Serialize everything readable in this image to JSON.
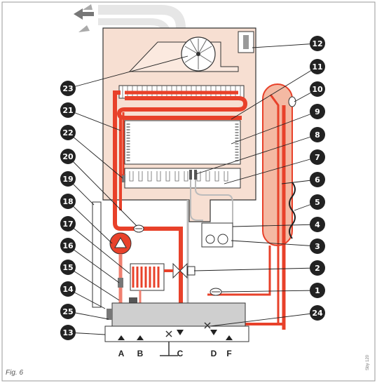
{
  "figure_label": "Fig. 6",
  "code_label": "Sby 120",
  "colors": {
    "hot": "#e8412a",
    "hot_light": "#f08070",
    "casing": "#f7dfd2",
    "border": "#333333",
    "callout": "#222222",
    "pipe_grey": "#bbbbbb",
    "panel_grey": "#cfcfcf",
    "tank_fill": "#f4b9a3"
  },
  "callouts": [
    "1",
    "2",
    "3",
    "4",
    "5",
    "6",
    "7",
    "8",
    "9",
    "10",
    "11",
    "12",
    "13",
    "14",
    "15",
    "16",
    "17",
    "18",
    "19",
    "20",
    "21",
    "22",
    "23",
    "24",
    "25"
  ],
  "connections": [
    "A",
    "B",
    "C",
    "D",
    "F"
  ]
}
